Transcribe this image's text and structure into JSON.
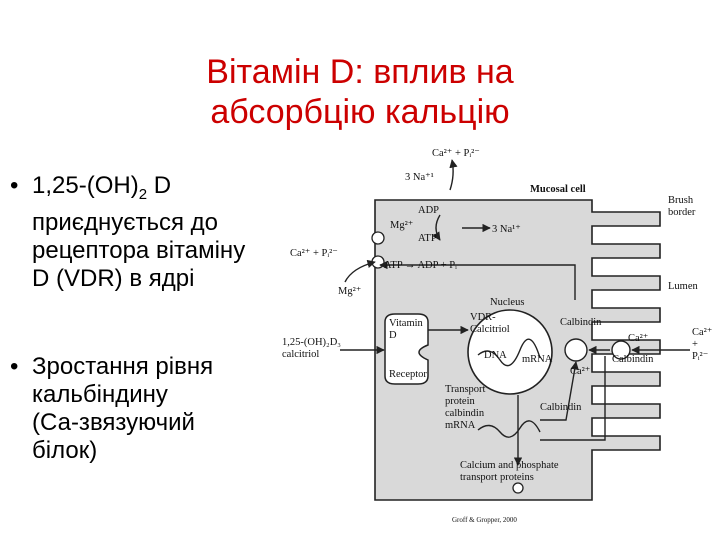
{
  "title": {
    "line1": "Вітамін D: вплив на",
    "line2": "абсорбцію  кальцію"
  },
  "bullets": [
    {
      "marker": "•",
      "line1_pre": "1,25-(OH)",
      "line1_sub": "2",
      "line1_post": " D",
      "line2": "приєднується до",
      "line3": "рецептора вітаміну",
      "line4": "D (VDR) в ядрі"
    },
    {
      "marker": "•",
      "line1": "Зростання рівня",
      "line2": "кальбіндину",
      "line3": "(Са-звязуючий",
      "line4": "білок)"
    }
  ],
  "diagram": {
    "top_ion": "Ca²⁺ + Pᵢ²⁻",
    "na_3": "3 Na⁺¹",
    "mucosal_cell": "Mucosal cell",
    "brush_border": "Brush\nborder",
    "adp": "ADP",
    "atp": "ATP",
    "mg_left": "Mg²⁺",
    "na_3_right": "3 Na¹⁺",
    "ca_pi_left": "Ca²⁺ + Pᵢ²⁻",
    "atp_adp": "ATP → ADP + Pᵢ",
    "mg_bottom": "Mg²⁺",
    "lumen": "Lumen",
    "nucleus": "Nucleus",
    "vdr_calcitriol": "VDR-\nCalcitriol",
    "vitamin_d": "Vitamin\nD",
    "calcitriol_label": "1,25-(OH)₂D₃\ncalcitriol",
    "receptor": "Receptor",
    "dna": "DNA",
    "mrna": "mRNA",
    "calbindin_top": "Calbindin",
    "ca_inside": "Ca²⁺",
    "ca2_right": "Ca²⁺",
    "calbindin_right": "Calbindin",
    "ca_pi_right": "Ca²⁺\n+\nPᵢ²⁻",
    "transport_protein": "Transport\nprotein\ncalbindin\nmRNA",
    "calbindin_mid": "Calbindin",
    "ca_phosphate": "Calcium and phosphate\ntransport proteins",
    "credit": "Groff & Gropper, 2000"
  },
  "colors": {
    "title": "#cc0000",
    "cell_fill": "#d9d9d9",
    "line": "#222222"
  }
}
